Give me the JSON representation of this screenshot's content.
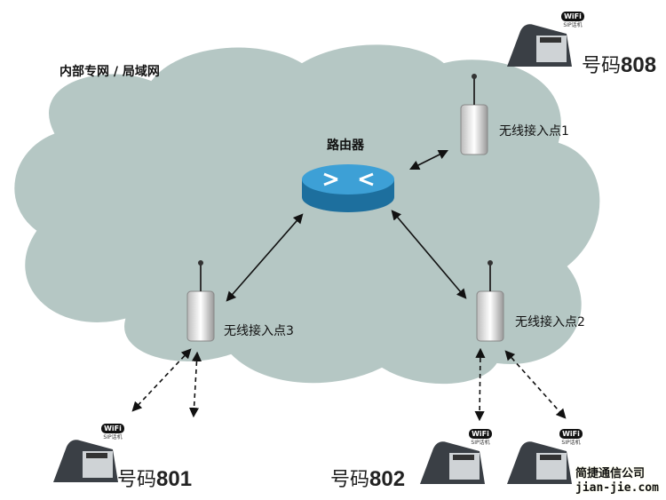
{
  "network_label": "内部专网 / 局域网",
  "router_label": "路由器",
  "access_points": [
    {
      "label": "无线接入点1"
    },
    {
      "label": "无线接入点2"
    },
    {
      "label": "无线接入点3"
    }
  ],
  "phones": [
    {
      "number_prefix": "号码",
      "number": "808",
      "badge": "WiFi",
      "badge_sub": "SIP话机"
    },
    {
      "number_prefix": "号码",
      "number": "801",
      "badge": "WiFi",
      "badge_sub": "SIP话机"
    },
    {
      "number_prefix": "号码",
      "number": "802",
      "badge": "WiFi",
      "badge_sub": "SIP话机"
    },
    {
      "number_prefix": "",
      "number": "",
      "badge": "WiFi",
      "badge_sub": "SIP话机"
    }
  ],
  "watermark": {
    "company": "简捷通信公司",
    "url": "jian-jie.com"
  },
  "colors": {
    "cloud": "#b5c7c4",
    "router": "#2f8fc4"
  }
}
